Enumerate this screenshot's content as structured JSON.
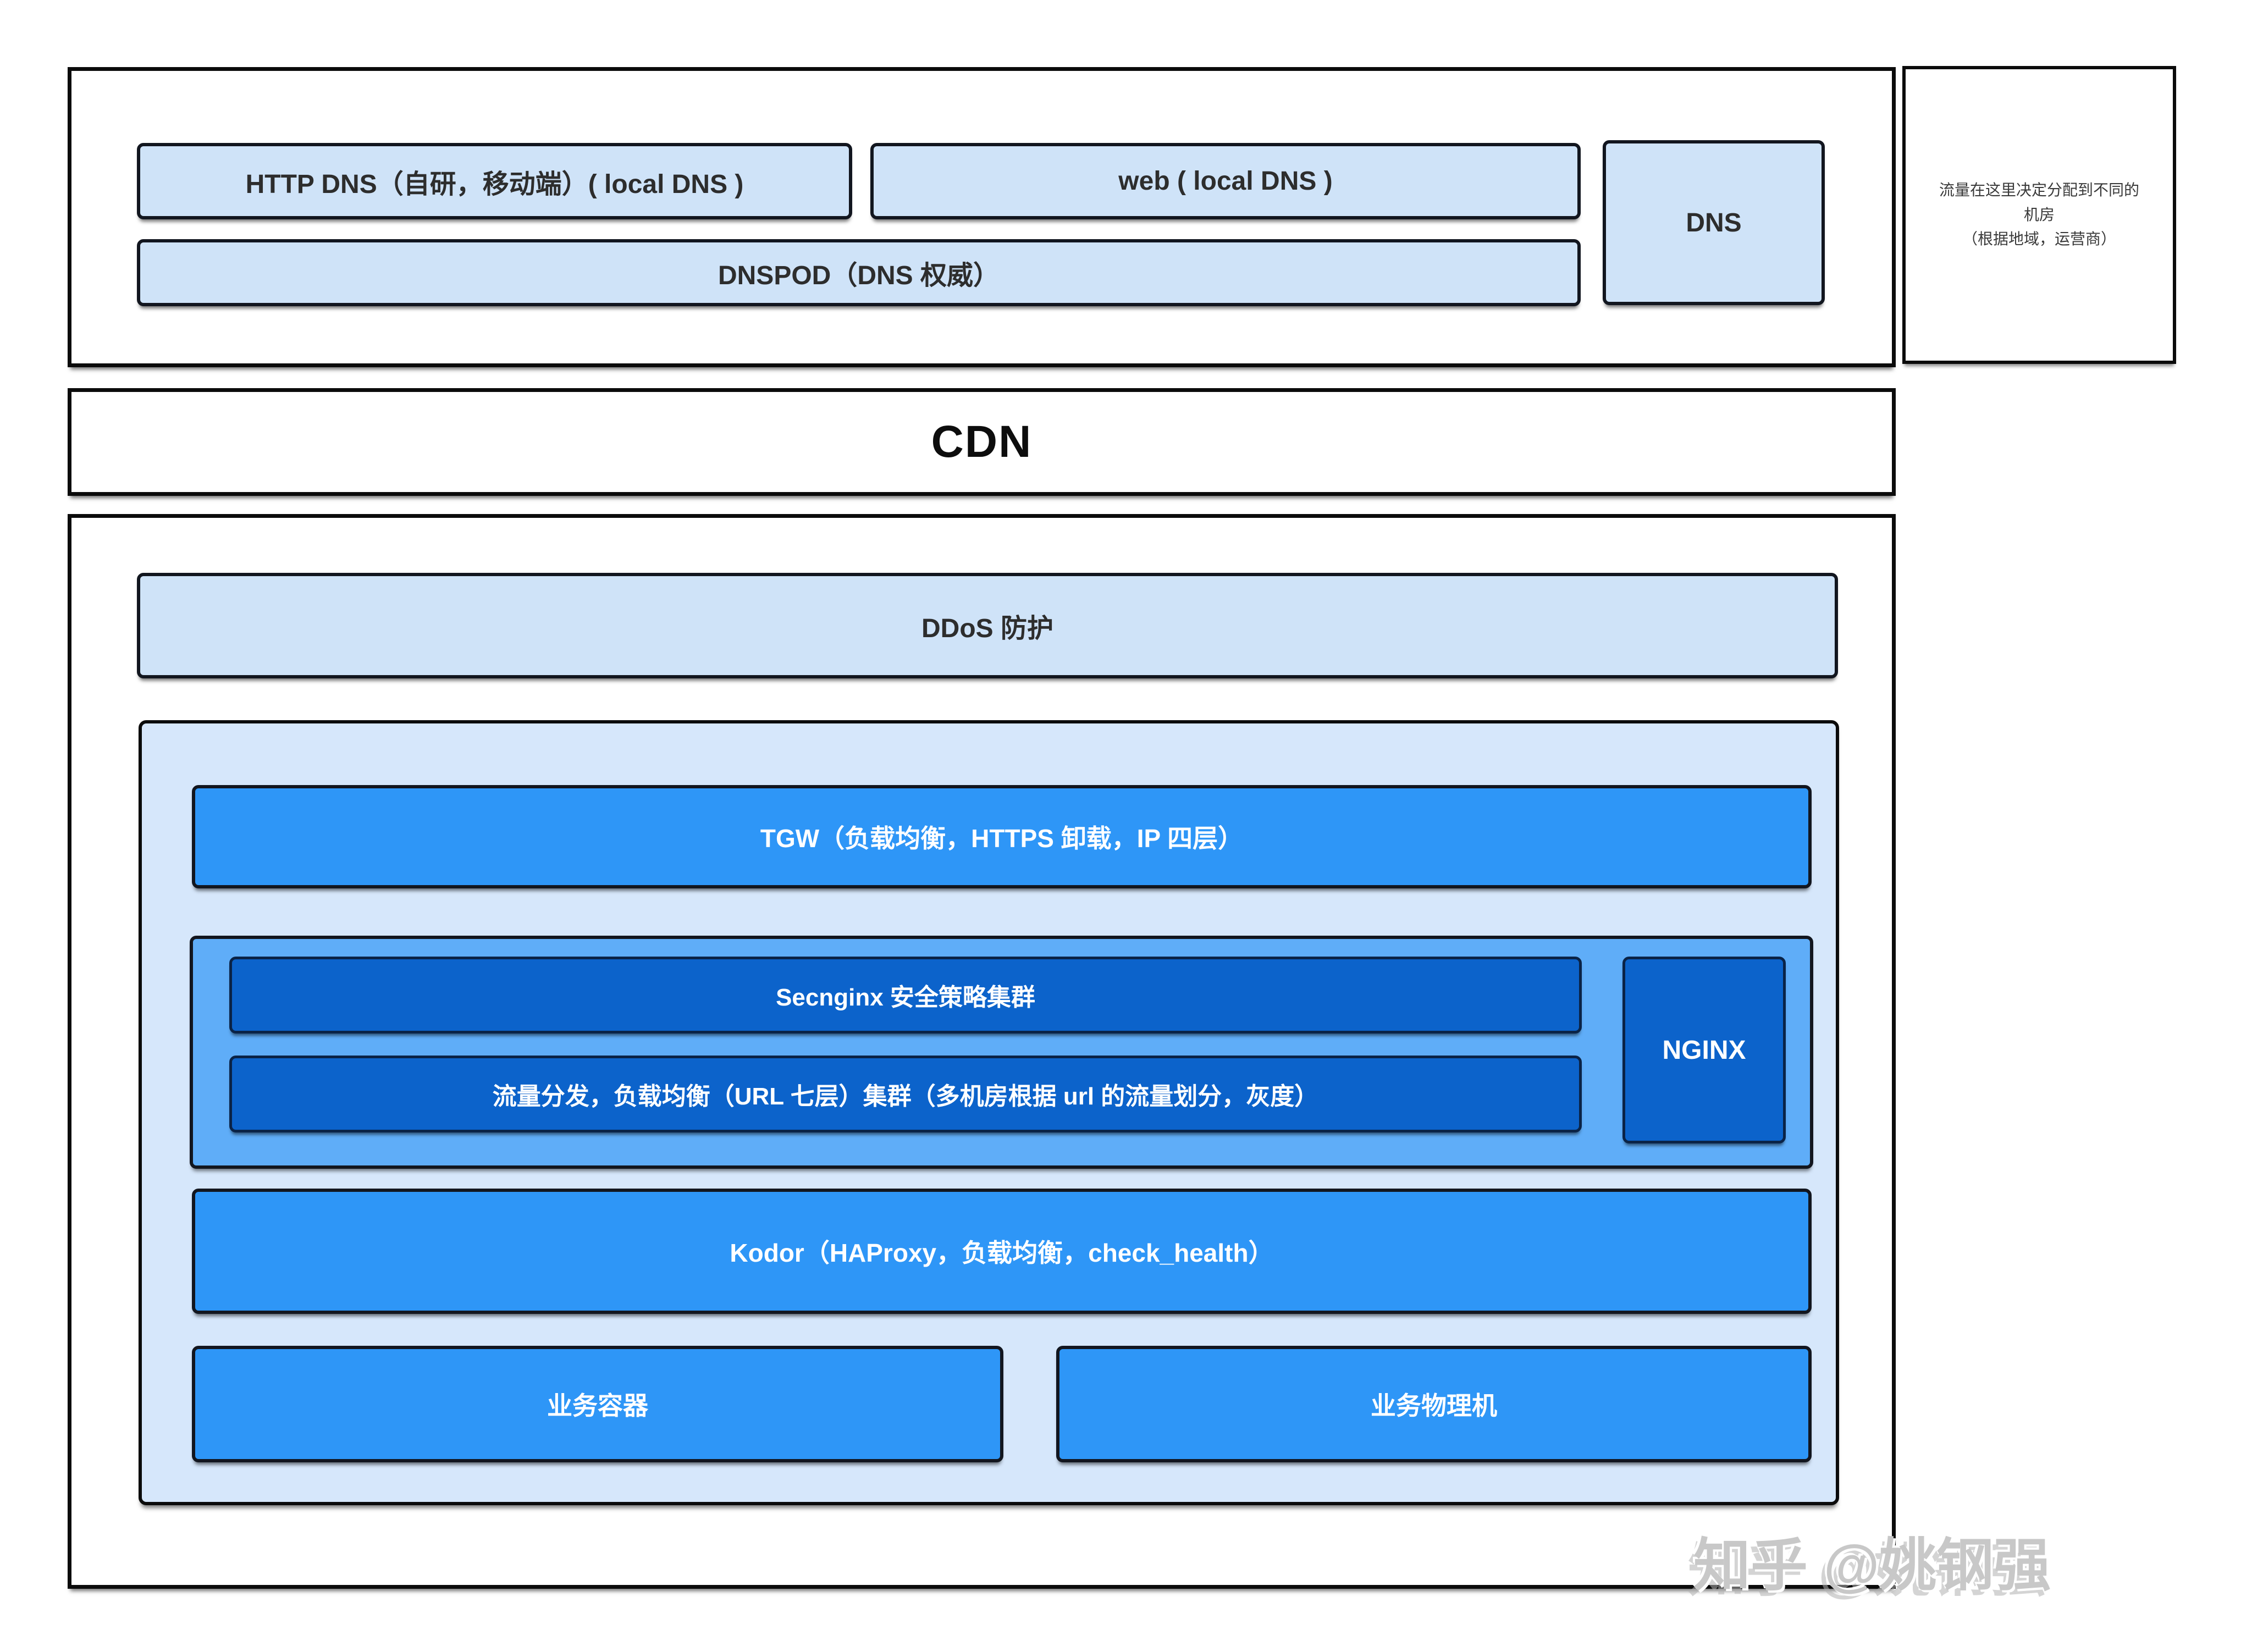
{
  "colors": {
    "box_light": "#cfe3f8",
    "panel_blue": "#d6e7fb",
    "mid_blue": "#2e96f7",
    "cluster_blue": "#5fadf8",
    "dark_blue": "#0c63cb",
    "border_dark": "#12161f",
    "border_navy": "#0a2347",
    "watermark_gray": "#c8c8c8"
  },
  "dns_section": {
    "http_dns": "HTTP DNS（自研，移动端）( local DNS )",
    "web": "web ( local DNS )",
    "dnspod": "DNSPOD（DNS 权威）",
    "dns": "DNS"
  },
  "note": {
    "line1": "流量在这里决定分配到不同的",
    "line2": "机房",
    "line3": "（根据地域，运营商）"
  },
  "cdn": {
    "label": "CDN"
  },
  "infra": {
    "ddos": "DDoS 防护",
    "tgw": "TGW（负载均衡，HTTPS 卸载，IP 四层）",
    "secnginx": "Secnginx 安全策略集群",
    "traffic_split": "流量分发，负载均衡（URL 七层）集群（多机房根据 url 的流量划分，灰度）",
    "nginx": "NGINX",
    "kodor": "Kodor（HAProxy，负载均衡，check_health）",
    "biz_container": "业务容器",
    "biz_physical": "业务物理机"
  },
  "watermark": "知乎 @姚钢强"
}
